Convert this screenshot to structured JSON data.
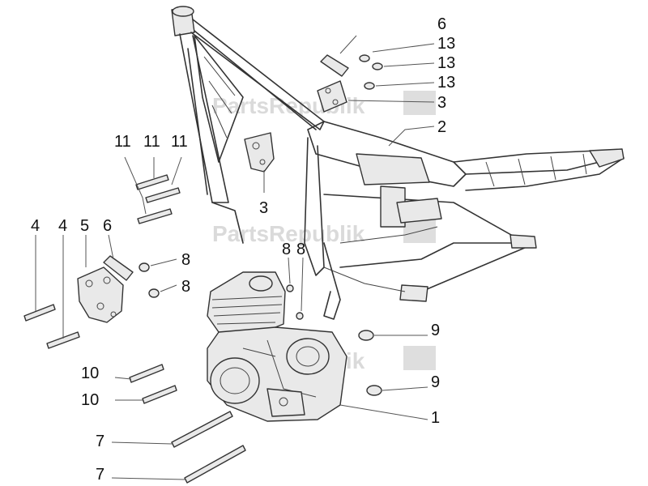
{
  "watermark": {
    "text": "PartsRepublik"
  },
  "callouts": [
    {
      "id": "c6a",
      "label": "6"
    },
    {
      "id": "c13a",
      "label": "13"
    },
    {
      "id": "c13b",
      "label": "13"
    },
    {
      "id": "c13c",
      "label": "13"
    },
    {
      "id": "c3a",
      "label": "3"
    },
    {
      "id": "c2",
      "label": "2"
    },
    {
      "id": "c11a",
      "label": "11"
    },
    {
      "id": "c11b",
      "label": "11"
    },
    {
      "id": "c11c",
      "label": "11"
    },
    {
      "id": "c3b",
      "label": "3"
    },
    {
      "id": "c4a",
      "label": "4"
    },
    {
      "id": "c4b",
      "label": "4"
    },
    {
      "id": "c5",
      "label": "5"
    },
    {
      "id": "c6b",
      "label": "6"
    },
    {
      "id": "c8a",
      "label": "8"
    },
    {
      "id": "c8b",
      "label": "8"
    },
    {
      "id": "c8c",
      "label": "8"
    },
    {
      "id": "c8d",
      "label": "8"
    },
    {
      "id": "c9a",
      "label": "9"
    },
    {
      "id": "c9b",
      "label": "9"
    },
    {
      "id": "c10a",
      "label": "10"
    },
    {
      "id": "c10b",
      "label": "10"
    },
    {
      "id": "c1",
      "label": "1"
    },
    {
      "id": "c7a",
      "label": "7"
    },
    {
      "id": "c7b",
      "label": "7"
    }
  ]
}
